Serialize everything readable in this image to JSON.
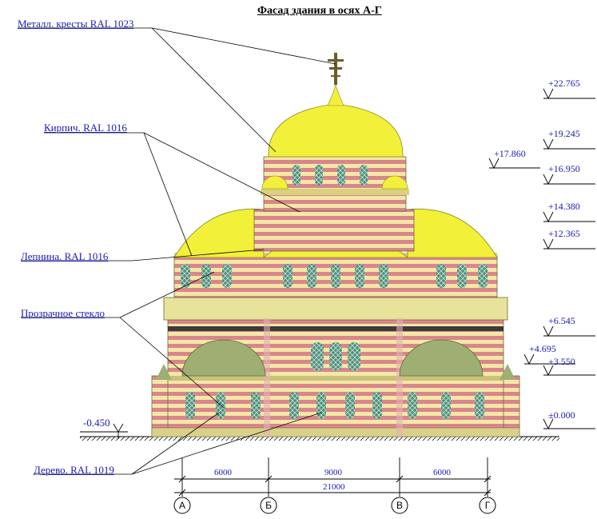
{
  "title": "Фасад здания в осях А-Г",
  "callouts": [
    {
      "id": "metal",
      "text": "Металл. кресты RAL 1023"
    },
    {
      "id": "brick",
      "text": "Кирпич. RAL 1016"
    },
    {
      "id": "stucco",
      "text": "Лепнина. RAL 1016"
    },
    {
      "id": "glass",
      "text": "Прозрачное стекло"
    },
    {
      "id": "wood",
      "text": "Дерево. RAL 1019"
    }
  ],
  "levels_right": [
    "+22.765",
    "+19.245",
    "+16.950",
    "+14.380",
    "+12.365",
    "+6.545",
    "+4.695",
    "+3.550",
    "±0.000"
  ],
  "levels_mid": [
    "+17.860"
  ],
  "level_left": "-0.450",
  "dimensions": {
    "spans": [
      "6000",
      "9000",
      "6000"
    ],
    "total": "21000"
  },
  "axes": [
    "А",
    "Б",
    "В",
    "Г"
  ],
  "colors": {
    "dome": "#f3f03a",
    "brick_red": "#d88080",
    "brick_light": "#f5eeb0",
    "stone": "#c8c87a",
    "small_dome": "#9fae72",
    "window": "#4f8c86",
    "line_blue": "#1a1ab4"
  }
}
